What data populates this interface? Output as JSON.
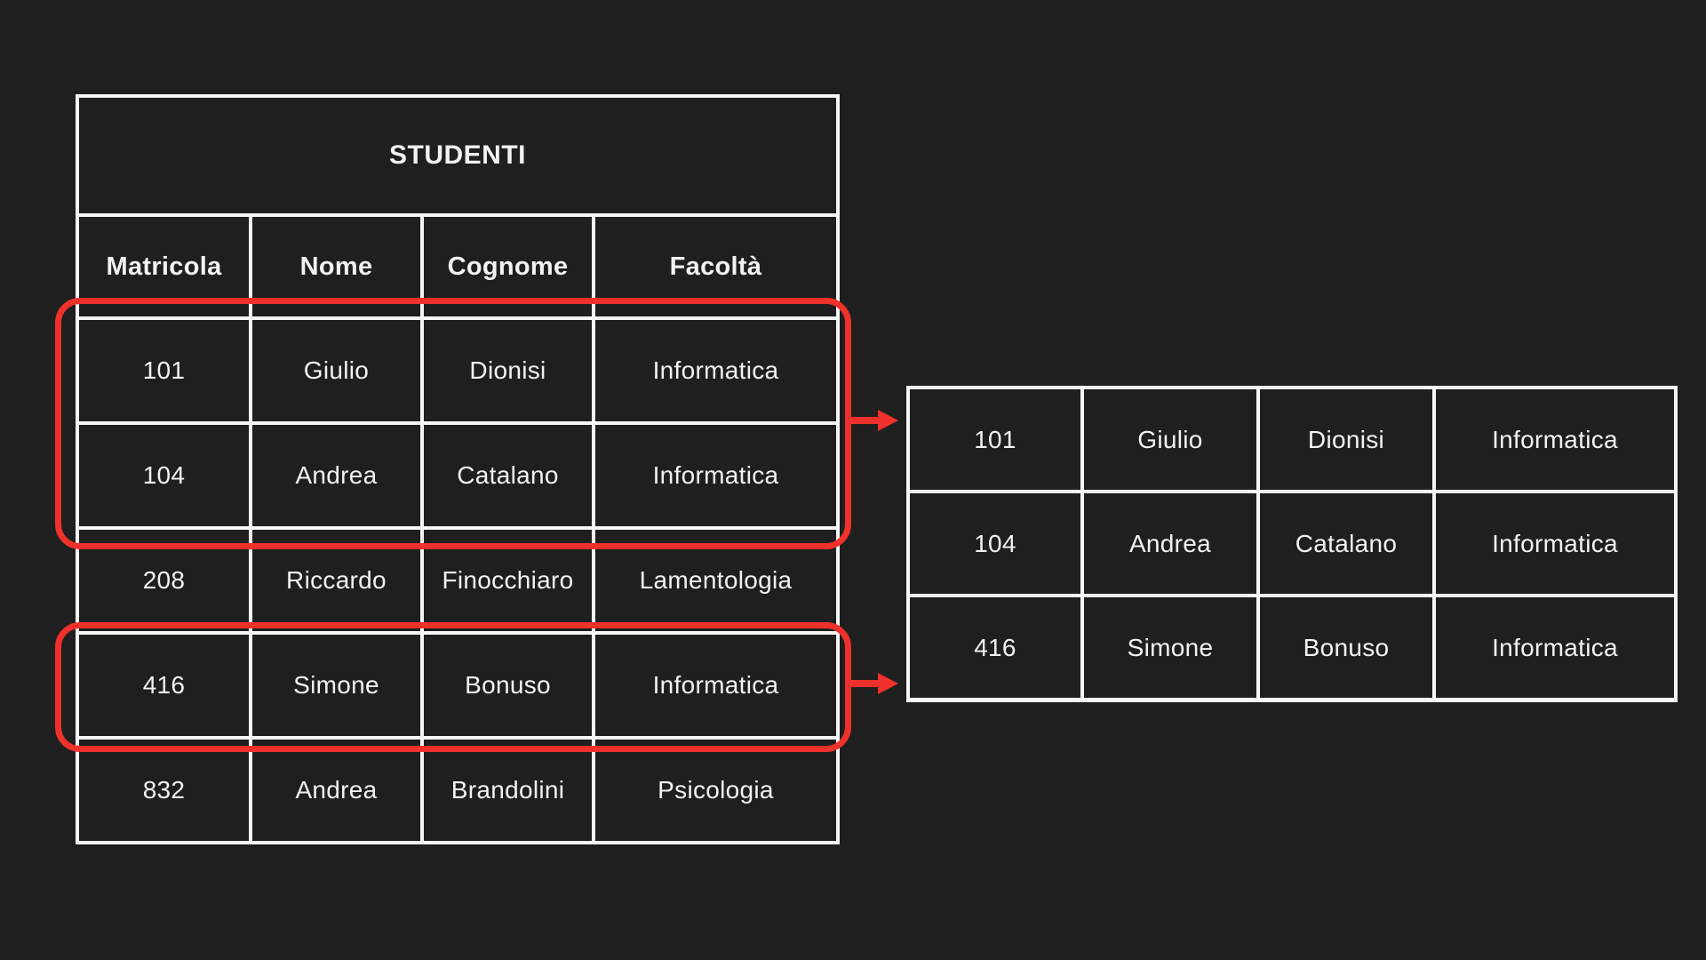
{
  "colors": {
    "background": "#1f1f1f",
    "grid_line": "#f5f5f5",
    "text": "#f2f2f2",
    "highlight_red": "#ee312b"
  },
  "source_table": {
    "title": "STUDENTI",
    "columns": [
      "Matricola",
      "Nome",
      "Cognome",
      "Facoltà"
    ],
    "rows": [
      [
        "101",
        "Giulio",
        "Dionisi",
        "Informatica"
      ],
      [
        "104",
        "Andrea",
        "Catalano",
        "Informatica"
      ],
      [
        "208",
        "Riccardo",
        "Finocchiaro",
        "Lamentologia"
      ],
      [
        "416",
        "Simone",
        "Bonuso",
        "Informatica"
      ],
      [
        "832",
        "Andrea",
        "Brandolini",
        "Psicologia"
      ]
    ],
    "highlighted_row_groups": [
      [
        0,
        1
      ],
      [
        3
      ]
    ]
  },
  "result_table": {
    "rows": [
      [
        "101",
        "Giulio",
        "Dionisi",
        "Informatica"
      ],
      [
        "104",
        "Andrea",
        "Catalano",
        "Informatica"
      ],
      [
        "416",
        "Simone",
        "Bonuso",
        "Informatica"
      ]
    ]
  }
}
